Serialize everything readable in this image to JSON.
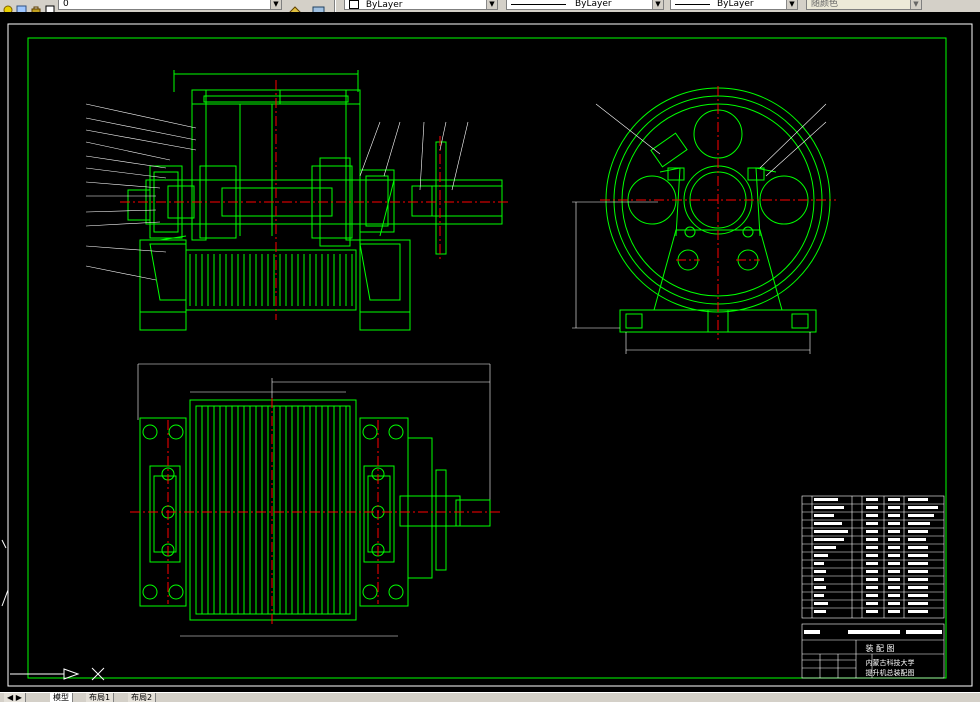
{
  "toolbar": {
    "layer_value": "0",
    "color_value": "ByLayer",
    "linetype_value": "ByLayer",
    "lineweight_value": "ByLayer",
    "plotstyle_value": "随颜色"
  },
  "title_block": {
    "university": "内蒙古科技大学",
    "drawing_title": "提升机总装配图",
    "header_text": "装 配 图"
  },
  "status_tabs": [
    "模型",
    "布局1",
    "布局2"
  ],
  "colors": {
    "background": "#000000",
    "geometry": "#00ff00",
    "centerline": "#ff0000",
    "text": "#ffffff",
    "ui_gray": "#d4d0c8"
  }
}
